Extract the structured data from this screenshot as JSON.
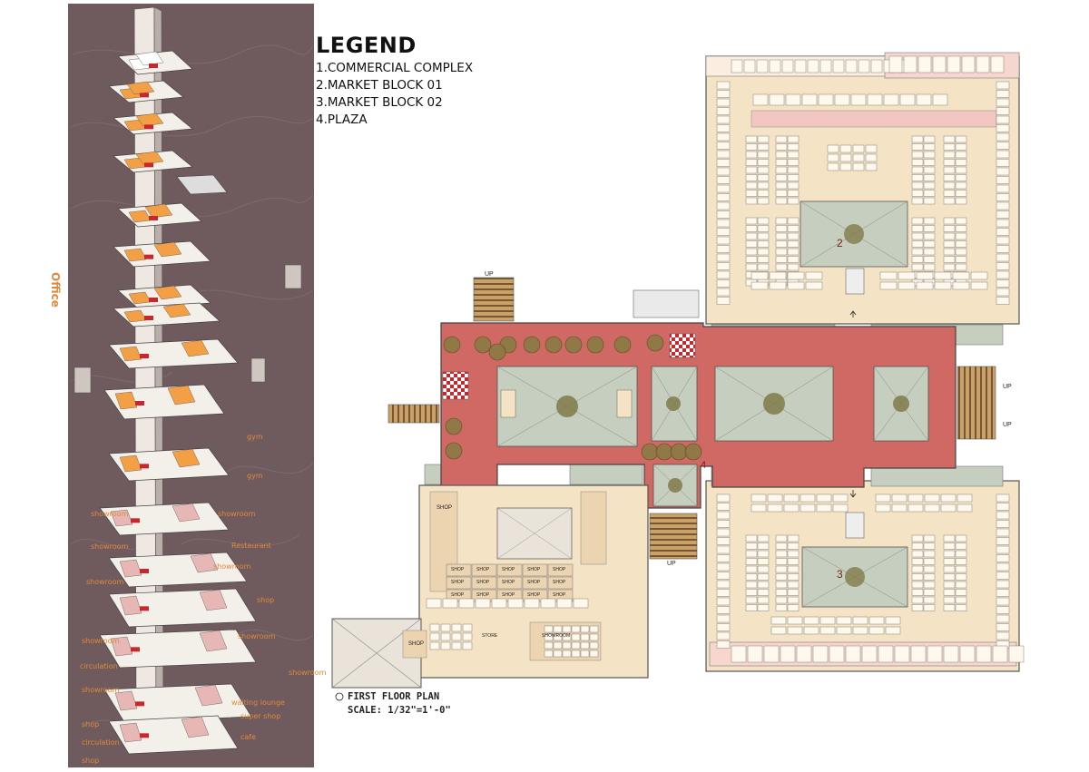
{
  "legend": {
    "title": "LEGEND",
    "items": [
      "1.COMMERCIAL COMPLEX",
      "2.MARKET BLOCK 01",
      "3.MARKET BLOCK 02",
      "4.PLAZA"
    ]
  },
  "plan": {
    "caption": "FIRST FLOOR PLAN",
    "scale": "SCALE: 1/32\"=1'-0\"",
    "block_numbers": [
      "2",
      "3",
      "4"
    ],
    "up_label": "UP",
    "shop_label": "SHOP",
    "store_label": "STORE",
    "showroom_label": "SHOWROOM"
  },
  "axonometric": {
    "office_label": "Office",
    "labels": [
      "gym",
      "gym",
      "showroom",
      "showroom",
      "showroom",
      "Restaurant",
      "showroom",
      "showroom",
      "shop",
      "showroom",
      "showroom",
      "circulation",
      "showroom",
      "showroom",
      "waiting lounge",
      "super shop",
      "cafe",
      "shop",
      "circulation",
      "shop"
    ]
  },
  "colors": {
    "panel_bg": "#6f5a5d",
    "plaza_red": "#d06963",
    "floor_cream": "#f4e4c5",
    "court_green": "#c6cfbf",
    "wood": "#b8884a",
    "label_orange": "#e08a3c",
    "room_orange": "#f29f45",
    "room_red": "#c9272e"
  }
}
